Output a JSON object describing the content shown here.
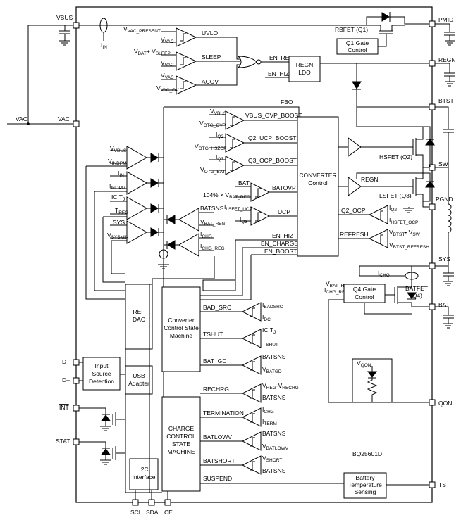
{
  "pins": {
    "vbus": "VBUS",
    "vac_ext": "VAC",
    "vac": "VAC",
    "dplus": "D+",
    "dminus": "D–",
    "int": "INT",
    "stat": "STAT",
    "pmid": "PMID",
    "regn": "REGN",
    "btst": "BTST",
    "sw": "SW",
    "pgnd": "PGND",
    "sys": "SYS",
    "bat": "BAT",
    "qon": "QON",
    "ts": "TS",
    "scl": "SCL",
    "sda": "SDA",
    "ce": "CE"
  },
  "blocks": {
    "q1_gate": [
      "Q1 Gate",
      "Control"
    ],
    "regn_ldo": [
      "REGN",
      "LDO"
    ],
    "converter": [
      "CONVERTER",
      "Control"
    ],
    "ref_dac": [
      "REF",
      "DAC"
    ],
    "conv_state": [
      "Converter",
      "Control State",
      "Machine"
    ],
    "input_detect": [
      "Input",
      "Source",
      "Detection"
    ],
    "usb_adapter": [
      "USB",
      "Adapter"
    ],
    "charge_state": [
      "CHARGE",
      "CONTROL",
      "STATE",
      "MACHINE"
    ],
    "i2c": [
      "I2C",
      "Interface"
    ],
    "q4_gate": [
      "Q4 Gate",
      "Control"
    ],
    "battery_temp": [
      "Battery",
      "Temperature",
      "Sensing"
    ]
  },
  "signals": {
    "iin_probe": "I",
    "iin_probe_sub": "IN",
    "uvlo": "UVLO",
    "sleep": "SLEEP",
    "acov": "ACOV",
    "vvac_present": "V",
    "vvac_present_sub": "VAC_PRESENT",
    "vvac1": "V",
    "vvac1_sub": "VAC",
    "vbat_vsleep_a": "V",
    "vbat_vsleep_a_sub": "BAT",
    "vbat_vsleep_b": "+ V",
    "vbat_vsleep_b_sub": "SLEEP",
    "vvac2": "V",
    "vvac2_sub": "VAC",
    "vvac3": "V",
    "vvac3_sub": "VAC",
    "vvac_ov": "V",
    "vvac_ov_sub": "VAC_OV",
    "en_regn": "EN_REGN",
    "en_hiz_top": "EN_HIZ",
    "rbfet": "RBFET (Q1)",
    "fbo": "FBO",
    "vbus_ovp_boost": "VBUS_OVP_BOOST",
    "q2_ucp_boost": "Q2_UCP_BOOST",
    "q3_ocp_boost": "Q3_OCP_BOOST",
    "vvbus": "V",
    "vvbus_sub": "VBUS",
    "votg_ovp": "V",
    "votg_ovp_sub": "OTG_OVP",
    "iq2": "I",
    "iq2_sub": "Q2",
    "votg_hszcp": "V",
    "votg_hszcp_sub": "OTG_HSZCP",
    "iq3": "I",
    "iq3_sub": "Q3",
    "votg_bat": "V",
    "votg_bat_sub": "OTG_BAT",
    "vvbus2": "V",
    "vvbus2_sub": "VBUS",
    "vindpm": "V",
    "vindpm_sub": "INDPM",
    "iin": "I",
    "iin_sub": "IN",
    "iindpm": "I",
    "iindpm_sub": "INDPM",
    "ictj": "IC T",
    "ictj_sub": "J",
    "treg": "T",
    "treg_sub": "REG",
    "sys_in": "SYS",
    "vsysmin": "V",
    "vsysmin_sub": "SYSMIN",
    "batsns1": "BATSNS",
    "vbat_reg": "V",
    "vbat_reg_sub": "BAT_REG",
    "ichg": "I",
    "ichg_sub": "CHG",
    "ichg_reg": "I",
    "ichg_reg_sub": "CHG_REG",
    "bat_in": "BAT",
    "batovp_ref_a": "104% × V",
    "batovp_ref_a_sub": "BAT_REG",
    "batovp": "BATOVP",
    "ilsfet_ucp": "I",
    "ilsfet_ucp_sub": "LSFET_UCP",
    "iq3b": "I",
    "iq3b_sub": "Q3",
    "ucp": "UCP",
    "en_hiz": "EN_HIZ",
    "en_charge": "EN_CHARGE",
    "en_boost": "EN_BOOST",
    "hsfet": "HSFET (Q2)",
    "lsfet": "LSFET (Q3)",
    "regn_drv": "REGN",
    "q2_ocp": "Q2_OCP",
    "refresh": "REFRESH",
    "iq2b": "I",
    "iq2b_sub": "Q2",
    "ihsfet_ocp": "I",
    "ihsfet_ocp_sub": "HSFET_OCP",
    "vbtst_vsw_a": "V",
    "vbtst_vsw_a_sub": "BTST",
    "vbtst_vsw_b": "• V",
    "vbtst_vsw_b_sub": "SW",
    "vbtst_refresh": "V",
    "vbtst_refresh_sub": "BTST_REFRESH",
    "ichg_q4": "I",
    "ichg_q4_sub": "CHG",
    "vbat_reg_q4": "V",
    "vbat_reg_q4_sub": "BAT_REG",
    "ichg_reg_q4": "I",
    "ichg_reg_q4_sub": "CHG_REG",
    "batfet": "BATFET",
    "batfet_q4": "(Q4)",
    "vqon": "V",
    "vqon_sub": "QON",
    "bad_src": "BAD_SRC",
    "tshut": "TSHUT",
    "bat_gd": "BAT_GD",
    "ibadsrc": "I",
    "ibadsrc_sub": "BADSRC",
    "idc": "I",
    "idc_sub": "DC",
    "ictj2": "IC T",
    "ictj2_sub": "J",
    "tshut_ref": "T",
    "tshut_ref_sub": "SHUT",
    "batsns2": "BATSNS",
    "vbatgd": "V",
    "vbatgd_sub": "BATGD",
    "rechrg": "RECHRG",
    "termination": "TERMINATION",
    "batlowv": "BATLOWV",
    "batshort": "BATSHORT",
    "suspend": "SUSPEND",
    "vreg_vrechg_a": "V",
    "vreg_vrechg_a_sub": "REG",
    "vreg_vrechg_b": "-V",
    "vreg_vrechg_b_sub": "RECHG",
    "batsns3": "BATSNS",
    "ichg2": "I",
    "ichg2_sub": "CHG",
    "iterm": "I",
    "iterm_sub": "TERM",
    "batsns4": "BATSNS",
    "vbatlowv": "V",
    "vbatlowv_sub": "BATLOWV",
    "vshort": "V",
    "vshort_sub": "SHORT",
    "batsns5": "BATSNS",
    "part": "BQ25601D"
  }
}
